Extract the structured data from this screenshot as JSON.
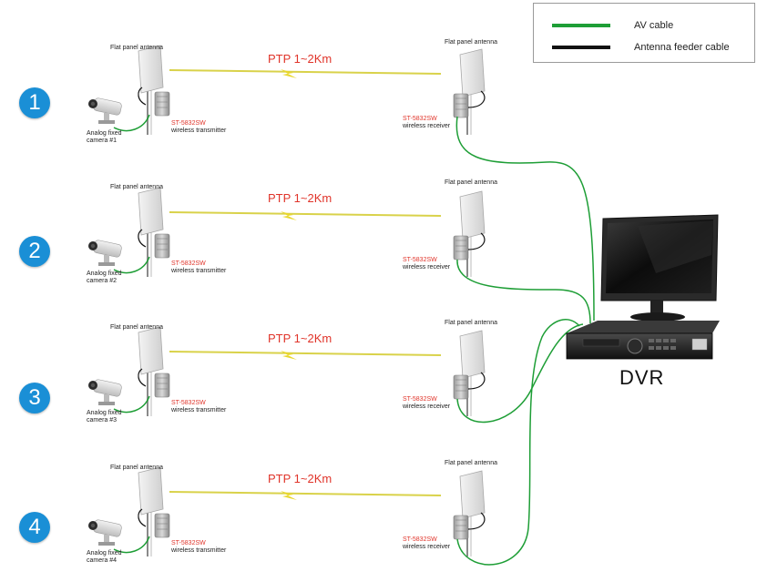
{
  "legend": {
    "av_cable_label": "AV cable",
    "feeder_cable_label": "Antenna feeder cable",
    "av_color": "#1e9e36",
    "feeder_color": "#111111"
  },
  "dvr": {
    "label": "DVR"
  },
  "links": [
    {
      "number": "1",
      "ptp_label": "PTP 1~2Km",
      "tx_antenna_label": "Flat panel antenna",
      "tx_model": "ST-5832SW",
      "tx_role": "wireless transmitter",
      "rx_antenna_label": "Flat panel antenna",
      "rx_model": "ST-5832SW",
      "rx_role": "wireless receiver",
      "camera_line1": "Analog fixed",
      "camera_line2": "camera  #1"
    },
    {
      "number": "2",
      "ptp_label": "PTP 1~2Km",
      "tx_antenna_label": "Flat panel antenna",
      "tx_model": "ST-5832SW",
      "tx_role": "wireless transmitter",
      "rx_antenna_label": "Flat panel antenna",
      "rx_model": "ST-5832SW",
      "rx_role": "wireless receiver",
      "camera_line1": "Analog fixed",
      "camera_line2": "camera  #2"
    },
    {
      "number": "3",
      "ptp_label": "PTP 1~2Km",
      "tx_antenna_label": "Flat panel antenna",
      "tx_model": "ST-5832SW",
      "tx_role": "wireless transmitter",
      "rx_antenna_label": "Flat panel antenna",
      "rx_model": "ST-5832SW",
      "rx_role": "wireless receiver",
      "camera_line1": "Analog fixed",
      "camera_line2": "camera  #3"
    },
    {
      "number": "4",
      "ptp_label": "PTP 1~2Km",
      "tx_antenna_label": "Flat panel antenna",
      "tx_model": "ST-5832SW",
      "tx_role": "wireless transmitter",
      "rx_antenna_label": "Flat panel antenna",
      "rx_model": "ST-5832SW",
      "rx_role": "wireless receiver",
      "camera_line1": "Analog fixed",
      "camera_line2": "camera  #4"
    }
  ]
}
